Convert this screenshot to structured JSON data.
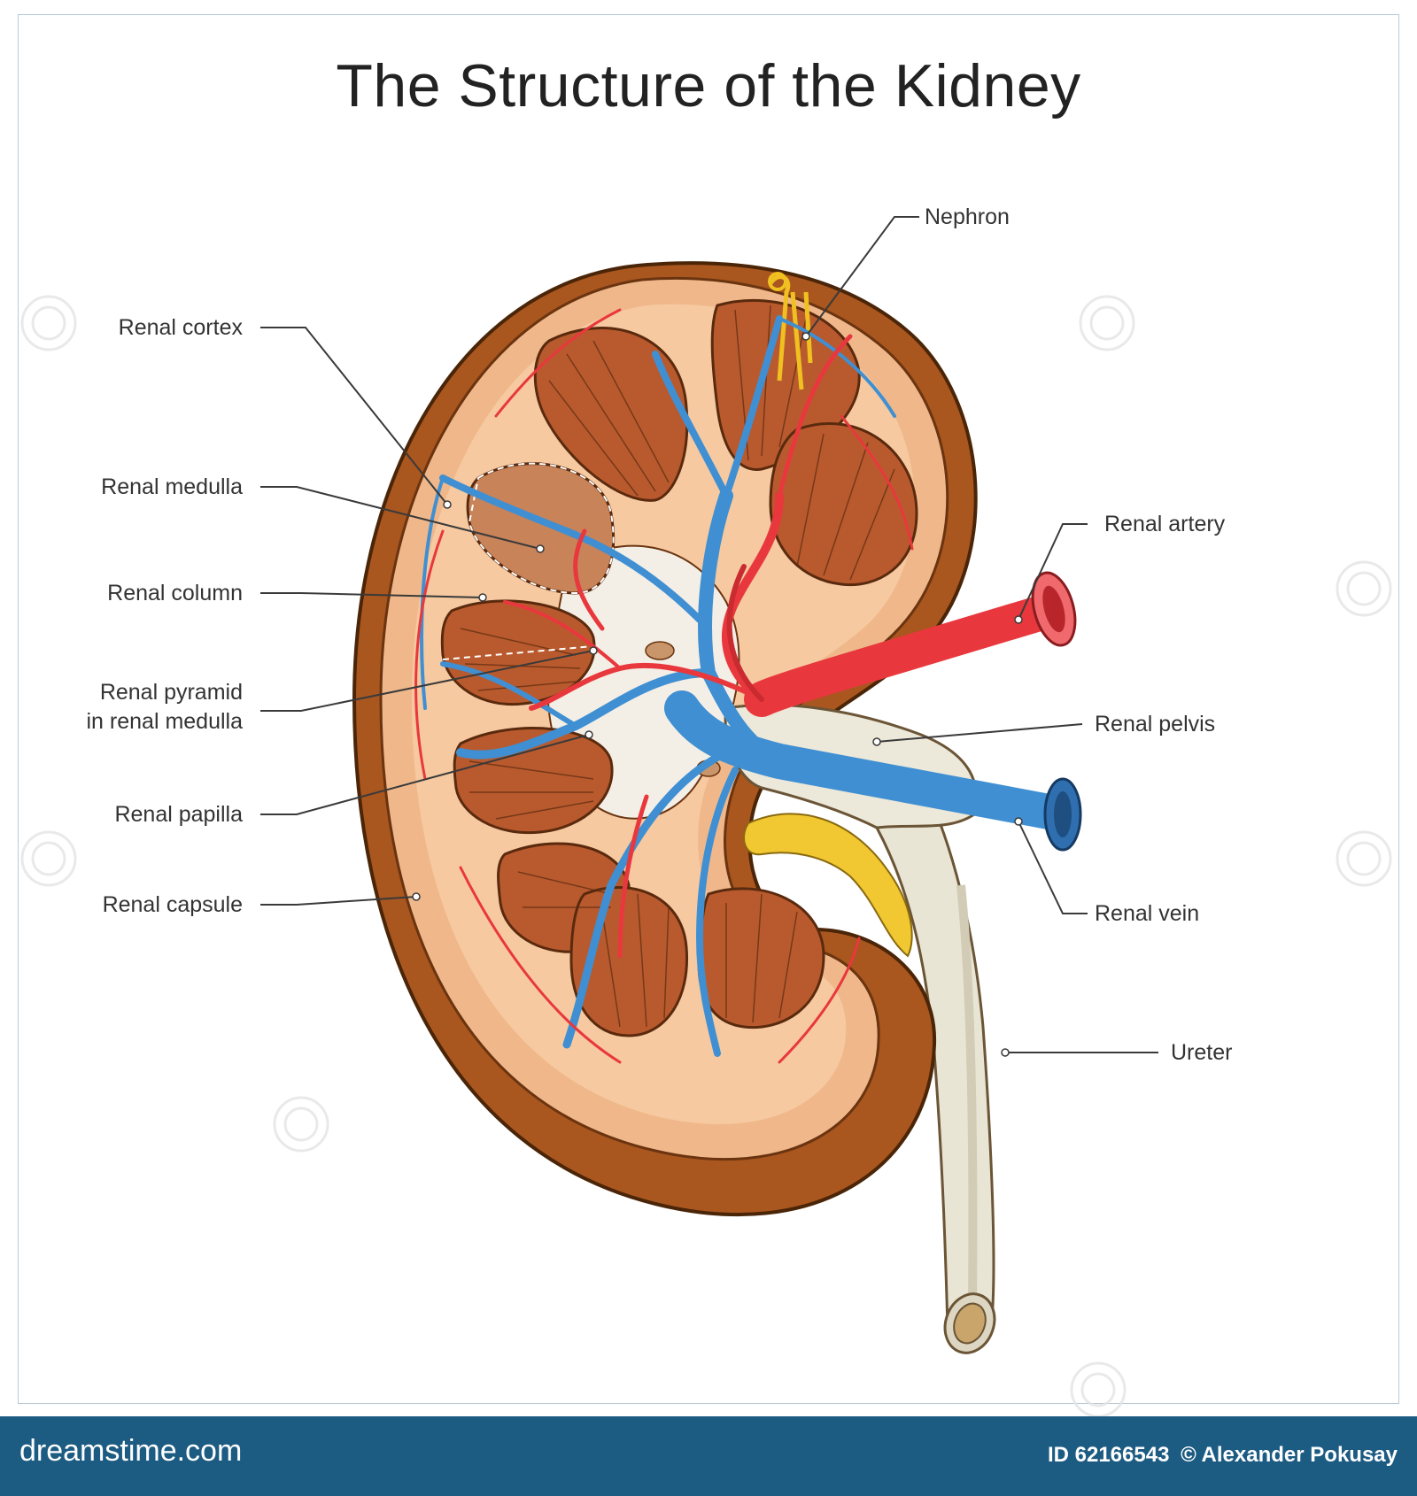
{
  "title": "The Structure of the Kidney",
  "labels": {
    "nephron": "Nephron",
    "renal_cortex": "Renal cortex",
    "renal_medulla": "Renal medulla",
    "renal_column": "Renal column",
    "renal_pyramid_line1": "Renal pyramid",
    "renal_pyramid_line2": "in renal medulla",
    "renal_papilla": "Renal papilla",
    "renal_capsule": "Renal capsule",
    "renal_artery": "Renal artery",
    "renal_pelvis": "Renal pelvis",
    "renal_vein": "Renal vein",
    "ureter": "Ureter"
  },
  "footer": {
    "logo": "dreamstime.com",
    "id_text": "ID 62166543",
    "copyright": "© Alexander Pokusay"
  },
  "colors": {
    "capsule_dark": "#9a4d1c",
    "cortex": "#f0b88a",
    "pyramid": "#b95a2e",
    "artery": "#e8383d",
    "vein": "#3f8fd2",
    "ureter": "#e9e5d5",
    "fat": "#f1c832",
    "footer_bg": "#1c5b82"
  }
}
